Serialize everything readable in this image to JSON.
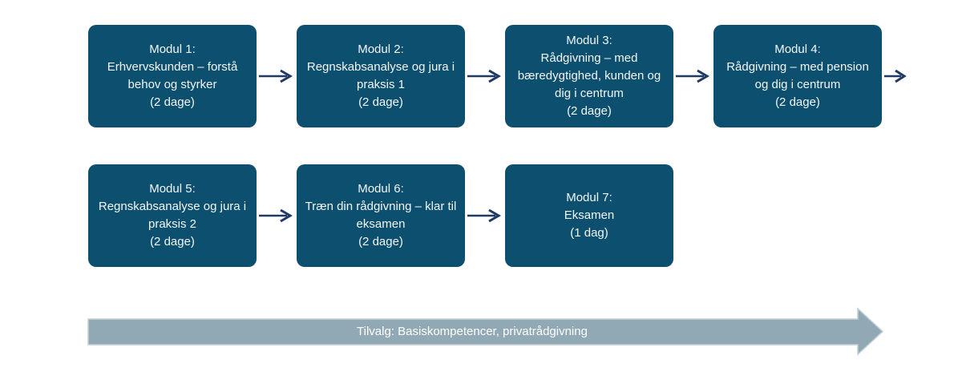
{
  "colors": {
    "box": "#0d4f6e",
    "box_text": "#f2f6f8",
    "connector": "#1f3864",
    "banner_fill": "#91a9b5",
    "banner_border": "#c3cfd6",
    "banner_text": "#ffffff",
    "background": "#ffffff"
  },
  "modules": [
    {
      "label": "Modul 1:",
      "title": "Erhvervskunden – forstå\nbehov og styrker",
      "duration": "(2 dage)"
    },
    {
      "label": "Modul 2:",
      "title": "Regnskabsanalyse og jura i\npraksis 1",
      "duration": "(2 dage)"
    },
    {
      "label": "Modul 3:",
      "title": "Rådgivning – med\nbæredygtighed, kunden og\ndig i centrum",
      "duration": "(2 dage)"
    },
    {
      "label": "Modul 4:",
      "title": "Rådgivning – med pension\nog dig i centrum",
      "duration": "(2 dage)"
    },
    {
      "label": "Modul 5:",
      "title": "Regnskabsanalyse og jura i\npraksis 2",
      "duration": "(2 dage)"
    },
    {
      "label": "Modul 6:",
      "title": "Træn din rådgivning – klar til\neksamen",
      "duration": "(2 dage)"
    },
    {
      "label": "Modul 7:",
      "title": "Eksamen",
      "duration": "(1 dag)"
    }
  ],
  "banner": {
    "label": "Tilvalg: Basiskompetencer, privatrådgivning"
  }
}
